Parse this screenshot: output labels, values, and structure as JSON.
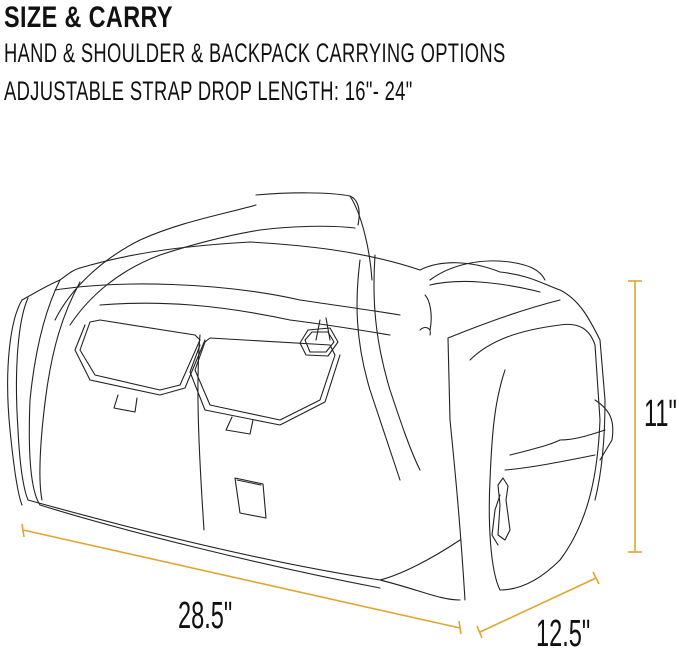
{
  "header": {
    "title": "SIZE & CARRY",
    "lines": [
      "HAND & SHOULDER & BACKPACK CARRYING OPTIONS",
      "ADJUSTABLE STRAP DROP LENGTH: 16\"- 24\""
    ]
  },
  "illustration": {
    "subject": "duffel bag line drawing",
    "line_color": "#222222",
    "dimension_color": "#E0A530"
  },
  "dimensions": {
    "length": "28.5\"",
    "width": "12.5\"",
    "height": "11\""
  }
}
